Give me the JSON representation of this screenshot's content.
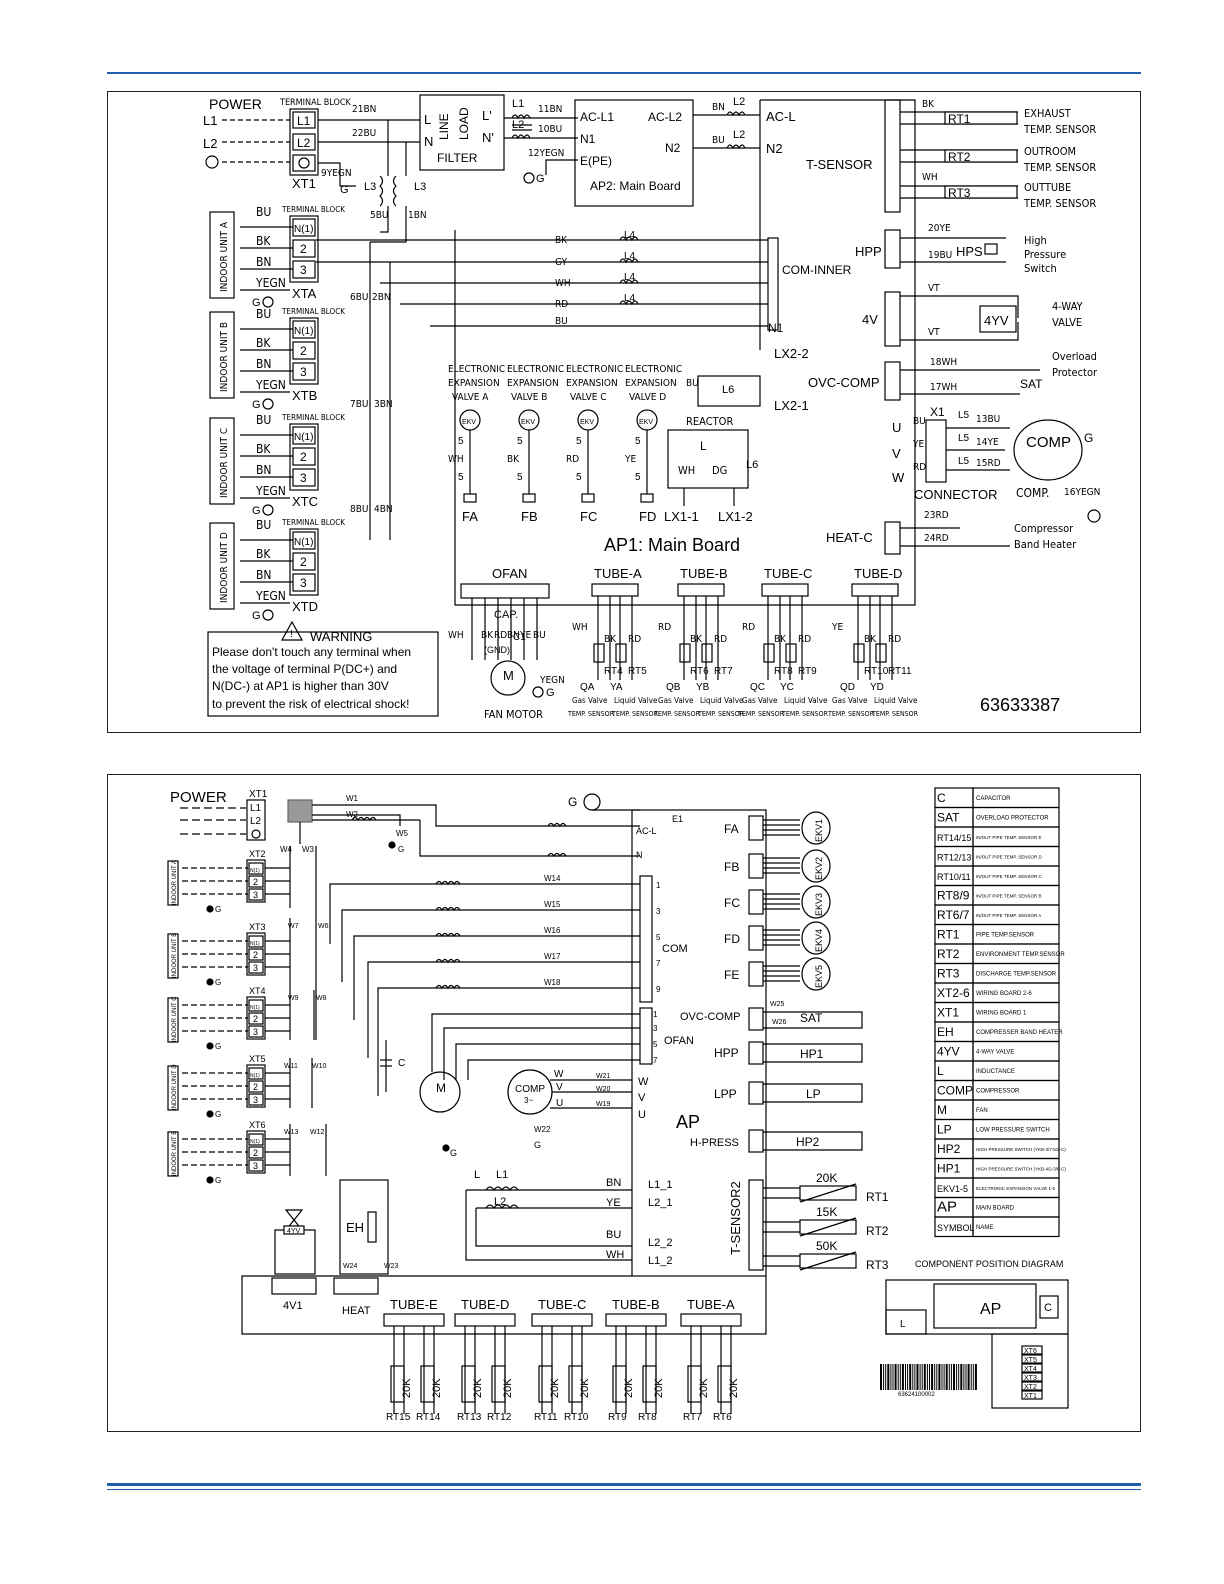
{
  "header": {
    "rule_color": "#1f5fae"
  },
  "diagram1": {
    "power_label": "POWER",
    "power_terms": [
      "L1",
      "L2"
    ],
    "terminal_block": "TERMINAL BLOCK",
    "xt1_terms": [
      "L1",
      "L2"
    ],
    "xt1_label": "XT1",
    "wires_top": [
      "21BN",
      "22BU",
      "9YEGN",
      "5BU",
      "1BN",
      "11BN",
      "10BU",
      "12YEGN"
    ],
    "filter": {
      "label": "FILTER",
      "line": "LINE",
      "load": "LOAD",
      "l": "L",
      "n": "N",
      "lp": "L'",
      "np": "N'"
    },
    "inductors": {
      "l1": "L1",
      "l2": "L2",
      "l3": "L3",
      "l4": "L4",
      "l5": "L5",
      "l6": "L6"
    },
    "ap2": {
      "acl1": "AC-L1",
      "acl2": "AC-L2",
      "n1": "N1",
      "n2": "N2",
      "epe": "E(PE)",
      "label": "AP2: Main Board"
    },
    "wires_bn_bu": [
      "BN",
      "BU"
    ],
    "acl_label": "AC-L",
    "n2_label": "N2",
    "tsensor": "T-SENSOR",
    "sensors": [
      {
        "wire": "BK",
        "rt": "RT1",
        "name1": "EXHAUST",
        "name2": "TEMP. SENSOR"
      },
      {
        "wire": "",
        "rt": "RT2",
        "name1": "OUTROOM",
        "name2": "TEMP. SENSOR"
      },
      {
        "wire": "WH",
        "rt": "RT3",
        "name1": "OUTTUBE",
        "name2": "TEMP. SENSOR"
      }
    ],
    "indoor_units": [
      {
        "name": "INDOOR UNIT A",
        "xt": "XTA",
        "t1": "N(1)"
      },
      {
        "name": "INDOOR UNIT B",
        "xt": "XTB",
        "t1": "N(1)"
      },
      {
        "name": "INDOOR UNIT C",
        "xt": "XTC",
        "t1": "N(1)"
      },
      {
        "name": "INDOOR UNIT D",
        "xt": "XTD",
        "t1": "N(1)"
      }
    ],
    "indoor_wires": [
      "BU",
      "BK",
      "BN",
      "YEGN"
    ],
    "term_nums": [
      "2",
      "3"
    ],
    "ground": "G",
    "bus_wires": [
      "BK",
      "GY",
      "WH",
      "RD",
      "BU"
    ],
    "bus_labels": [
      "6BU",
      "2BN",
      "7BU",
      "3BN",
      "8BU",
      "4BN"
    ],
    "com_inner": "COM-INNER",
    "n1": "N1",
    "lx": [
      "LX2-2",
      "LX2-1",
      "LX1-1",
      "LX1-2"
    ],
    "hpp": {
      "label": "HPP",
      "w1": "20YE",
      "w2": "19BU",
      "hps": "HPS",
      "name1": "High",
      "name2": "Pressure",
      "name3": "Switch"
    },
    "fourv": {
      "label": "4V",
      "wire": "VT",
      "coil": "4YV",
      "name1": "4-WAY",
      "name2": "VALVE"
    },
    "ovc": {
      "label": "OVC-COMP",
      "w1": "18WH",
      "w2": "17WH",
      "sat": "SAT",
      "name1": "Overload",
      "name2": "Protector"
    },
    "comp": {
      "wires": [
        "13BU",
        "14YE",
        "15RD"
      ],
      "uvw": [
        "U",
        "V",
        "W"
      ],
      "x1": "X1",
      "bu": "BU",
      "ye": "YE",
      "rd": "RD",
      "connector": "CONNECTOR",
      "comp": "COMP",
      "comp_label": "COMP.",
      "yegn": "16YEGN",
      "g": "G"
    },
    "heat": {
      "label": "HEAT-C",
      "w1": "23RD",
      "w2": "24RD",
      "name1": "Compressor",
      "name2": "Band Heater"
    },
    "ekv": [
      {
        "t1": "ELECTRONIC",
        "t2": "EXPANSION",
        "t3": "VALVE A",
        "c": "WH",
        "f": "FA"
      },
      {
        "t1": "ELECTRONIC",
        "t2": "EXPANSION",
        "t3": "VALVE B",
        "c": "BK",
        "f": "FB"
      },
      {
        "t1": "ELECTRONIC",
        "t2": "EXPANSION",
        "t3": "VALVE C",
        "c": "RD",
        "f": "FC"
      },
      {
        "t1": "ELECTRONIC",
        "t2": "EXPANSION",
        "t3": "VALVE D",
        "c": "YE",
        "f": "FD"
      }
    ],
    "ekv_badge": "EKV",
    "five": "5",
    "reactor": {
      "label": "REACTOR",
      "l": "L",
      "wh": "WH",
      "dg": "DG",
      "bu": "BU"
    },
    "ap1": "AP1: Main Board",
    "ofan": {
      "label": "OFAN",
      "cap": "CAP.",
      "c1": "C1",
      "wires": [
        "WH",
        "BK",
        "RD",
        "BN",
        "YE",
        "BU"
      ],
      "gnd": "(GND)",
      "yegn": "YEGN",
      "m": "M",
      "fan_motor": "FAN MOTOR"
    },
    "tubes": [
      {
        "name": "TUBE-A",
        "c1": "WH",
        "c2": "BK",
        "c3": "RD",
        "rt1": "RT4",
        "rt2": "RT5",
        "q": "QA",
        "y": "YA"
      },
      {
        "name": "TUBE-B",
        "c1": "RD",
        "c2": "BK",
        "c3": "RD",
        "rt1": "RT6",
        "rt2": "RT7",
        "q": "QB",
        "y": "YB"
      },
      {
        "name": "TUBE-C",
        "c1": "RD",
        "c2": "BK",
        "c3": "RD",
        "rt1": "RT8",
        "rt2": "RT9",
        "q": "QC",
        "y": "YC"
      },
      {
        "name": "TUBE-D",
        "c1": "YE",
        "c2": "BK",
        "c3": "RD",
        "rt1": "RT10",
        "rt2": "RT11",
        "q": "QD",
        "y": "YD"
      }
    ],
    "tube_sensor_labels": [
      "Gas Valve",
      "TEMP. SENSOR",
      "Liquid Valve",
      "TEMP. SENSOR"
    ],
    "warning": {
      "title": "WARNING",
      "lines": [
        "Please don't touch any terminal when",
        "the voltage of terminal P(DC+) and",
        "N(DC-) at AP1 is higher than 30V",
        "to prevent the risk of electrical shock!"
      ]
    },
    "part_number": "63633387"
  },
  "diagram2": {
    "power_label": "POWER",
    "xt1": "XT1",
    "xt1_terms": [
      "L1",
      "L2"
    ],
    "wires": [
      "W1",
      "W2",
      "W3",
      "W4",
      "W5",
      "W6",
      "W7",
      "W8",
      "W9",
      "W10",
      "W11",
      "W12",
      "W13",
      "W14",
      "W15",
      "W16",
      "W17",
      "W18",
      "W19",
      "W20",
      "W21",
      "W22",
      "W23",
      "W24",
      "W25",
      "W26"
    ],
    "xt_blocks": [
      {
        "xt": "XT2",
        "unit": "INDOOR UNIT A"
      },
      {
        "xt": "XT3",
        "unit": "INDOOR UNIT B"
      },
      {
        "xt": "XT4",
        "unit": "INDOOR UNIT C"
      },
      {
        "xt": "XT5",
        "unit": "INDOOR UNIT D"
      },
      {
        "xt": "XT6",
        "unit": "INDOOR UNIT E"
      }
    ],
    "term_n": "N(1)",
    "term_nums": [
      "2",
      "3"
    ],
    "g": "G",
    "e1": "E1",
    "acl": "AC-L",
    "n": "N",
    "com": "COM",
    "com_pins": [
      "1",
      "3",
      "5",
      "7",
      "9"
    ],
    "ofan": "OFAN",
    "ofan_pins": [
      "1",
      "3",
      "5",
      "7"
    ],
    "cap_c": "C",
    "motor_m": "M",
    "comp": {
      "label": "COMP",
      "phase": "3~",
      "uvw": [
        "W",
        "V",
        "U"
      ]
    },
    "ap": "AP",
    "hpress": "H-PRESS",
    "ekv_ports": [
      {
        "port": "FA",
        "ekv": "EKV1"
      },
      {
        "port": "FB",
        "ekv": "EKV2"
      },
      {
        "port": "FC",
        "ekv": "EKV3"
      },
      {
        "port": "FD",
        "ekv": "EKV4"
      },
      {
        "port": "FE",
        "ekv": "EKV5"
      }
    ],
    "ovc": "OVC-COMP",
    "sat": "SAT",
    "hpp": "HPP",
    "hp1": "HP1",
    "lpp": "LPP",
    "lp": "LP",
    "hp2": "HP2",
    "tsensor": "T-SENSOR2",
    "sensors": [
      {
        "k": "20K",
        "rt": "RT1"
      },
      {
        "k": "15K",
        "rt": "RT2"
      },
      {
        "k": "50K",
        "rt": "RT3"
      }
    ],
    "inductor": {
      "l": "L",
      "l1": "L1",
      "l2": "L2"
    },
    "inductor_wires": [
      "BN",
      "YE",
      "BU",
      "WH"
    ],
    "inductor_ports": [
      "L1_1",
      "L2_1",
      "L2_2",
      "L1_2"
    ],
    "fyv": "4YV",
    "eh": "EH",
    "fourv1": "4V1",
    "heat": "HEAT",
    "tubes": [
      "TUBE-E",
      "TUBE-D",
      "TUBE-C",
      "TUBE-B",
      "TUBE-A"
    ],
    "tube_k": "20K",
    "tube_rts": [
      "RT15",
      "RT14",
      "RT13",
      "RT12",
      "RT11",
      "RT10",
      "RT9",
      "RT8",
      "RT7",
      "RT6"
    ],
    "legend": [
      {
        "symbol": "C",
        "name": "CAPACITOR"
      },
      {
        "symbol": "SAT",
        "name": "OVERLOAD PROTECTOR"
      },
      {
        "symbol": "RT14/15",
        "name": "IN/OUT PIPE TEMP. SENSOR E"
      },
      {
        "symbol": "RT12/13",
        "name": "IN/OUT PIPE TEMP. SENSOR D"
      },
      {
        "symbol": "RT10/11",
        "name": "IN/OUT PIPE TEMP. SENSOR C"
      },
      {
        "symbol": "RT8/9",
        "name": "IN/OUT PIPE TEMP. SENSOR B"
      },
      {
        "symbol": "RT6/7",
        "name": "IN/OUT PIPE TEMP. SENSOR A"
      },
      {
        "symbol": "RT1",
        "name": "PIPE TEMP.SENSOR"
      },
      {
        "symbol": "RT2",
        "name": "ENVIRONMENT TEMP.SENSOR"
      },
      {
        "symbol": "RT3",
        "name": "DISCHARGE TEMP.SENSOR"
      },
      {
        "symbol": "XT2-6",
        "name": "WIRING BOARD 2-6"
      },
      {
        "symbol": "XT1",
        "name": "WIRING BOARD 1"
      },
      {
        "symbol": "EH",
        "name": "COMPRESSER BAND HEATER"
      },
      {
        "symbol": "4YV",
        "name": "4-WAY VALVE"
      },
      {
        "symbol": "L",
        "name": "INDUCTANCE"
      },
      {
        "symbol": "COMP",
        "name": "COMPRESSOR"
      },
      {
        "symbol": "M",
        "name": "FAN"
      },
      {
        "symbol": "LP",
        "name": "LOW PRESSURE SWITCH"
      },
      {
        "symbol": "HP2",
        "name": "HIGH PRESSURE SWITCH (YKB-3/7-5/2-C)"
      },
      {
        "symbol": "HP1",
        "name": "HIGH PRESSURE SWITCH (YKB-4/2-3/6-C)"
      },
      {
        "symbol": "EKV1-5",
        "name": "ELECTRONIC EXPANSION VALVE 1-5"
      },
      {
        "symbol": "AP",
        "name": "MAIN BOARD"
      },
      {
        "symbol": "SYMBOL",
        "name": "NAME"
      }
    ],
    "component_position": {
      "title": "COMPONENT POSITION DIAGRAM",
      "l": "L",
      "ap": "AP",
      "c": "C",
      "xts": [
        "XT6",
        "XT5",
        "XT4",
        "XT3",
        "XT2",
        "XT1"
      ]
    },
    "barcode_number": "63624100002"
  }
}
